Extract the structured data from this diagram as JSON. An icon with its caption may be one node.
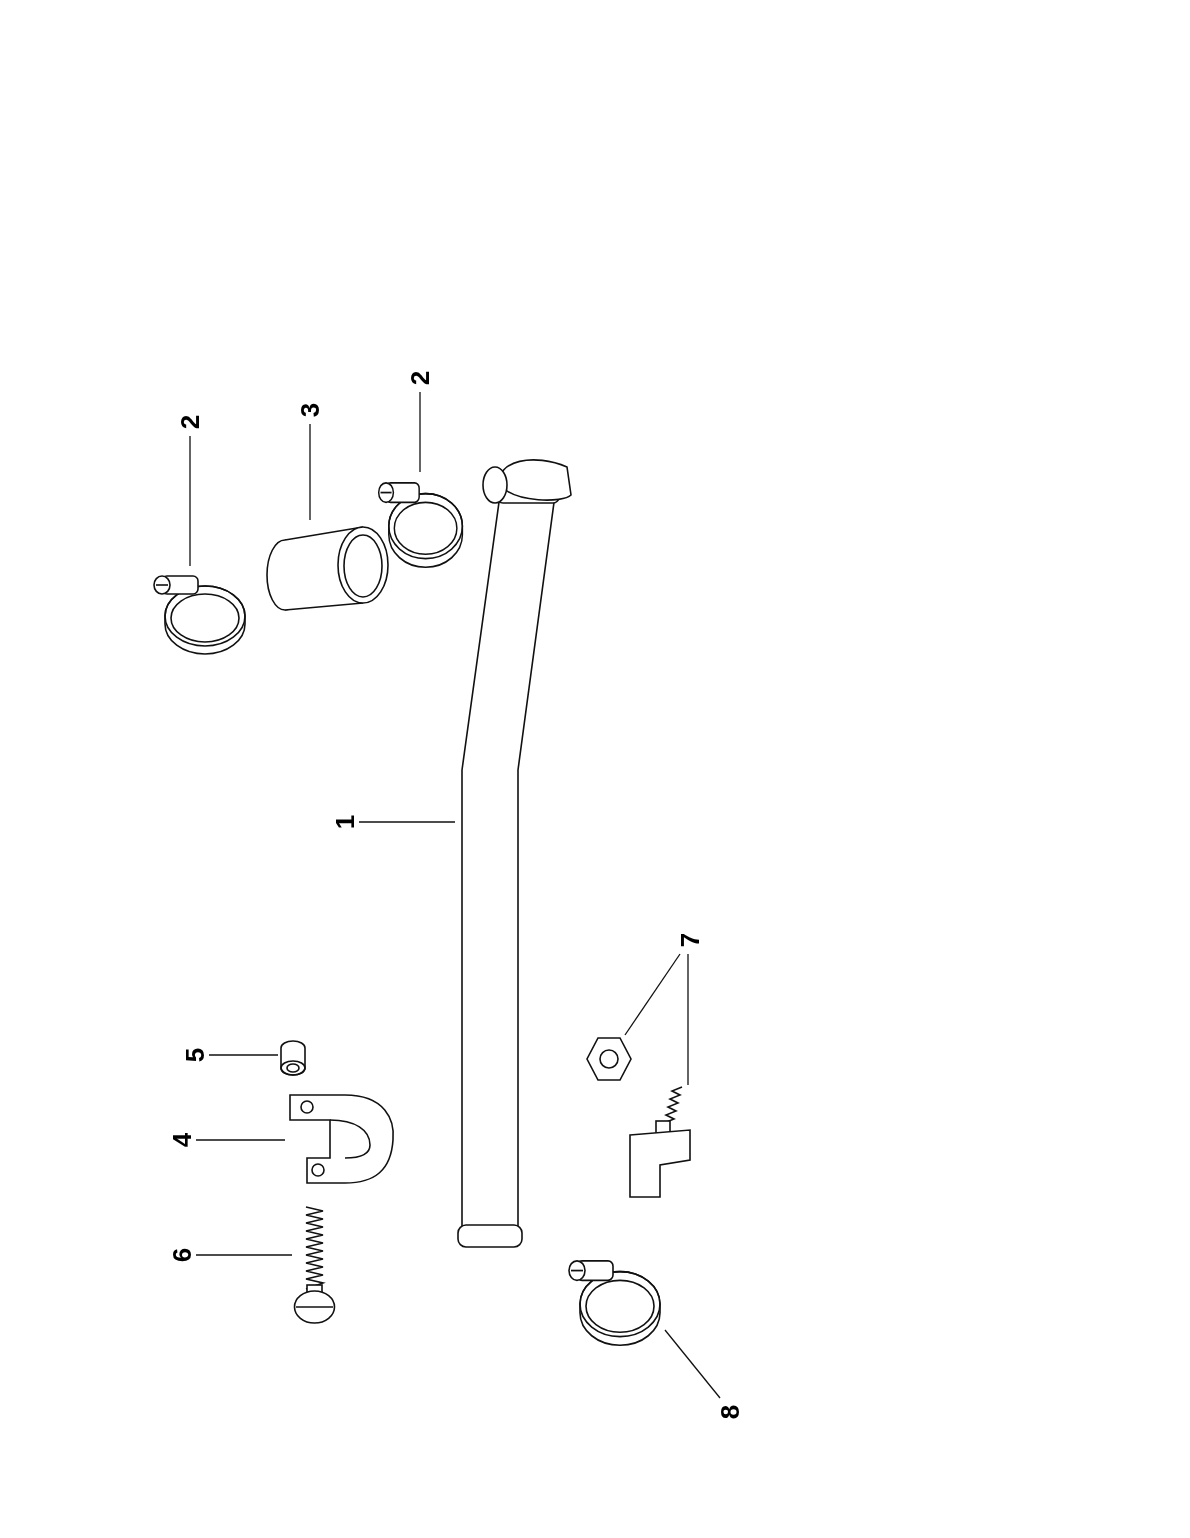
{
  "diagram": {
    "nodes": [
      {
        "text": [
          "2"
        ]
      },
      {
        "text": [],
        "shape": "picture"
      },
      {
        "text": [
          "3"
        ]
      },
      {
        "text": [],
        "shape": "picture"
      },
      {
        "text": [
          "2"
        ]
      },
      {
        "text": [],
        "shape": "picture"
      },
      {
        "text": [
          "1"
        ]
      },
      {
        "text": [],
        "shape": "picture"
      },
      {
        "text": [
          "7"
        ]
      },
      {
        "text": [],
        "shape": "picture"
      },
      {
        "text": [],
        "shape": "picture"
      },
      {
        "text": [
          "5"
        ]
      },
      {
        "text": [],
        "shape": "picture"
      },
      {
        "text": [
          "4"
        ]
      },
      {
        "text": [],
        "shape": "picture"
      },
      {
        "text": [
          "6"
        ]
      },
      {
        "text": [],
        "shape": "picture"
      },
      {
        "text": [
          "8"
        ]
      },
      {
        "text": [],
        "shape": "picture"
      }
    ],
    "edges": [
      {
        "from": 0,
        "to": 1,
        "arrow": "none"
      },
      {
        "from": 2,
        "to": 3,
        "arrow": "none"
      },
      {
        "from": 4,
        "to": 5,
        "arrow": "none"
      },
      {
        "from": 6,
        "to": 7,
        "arrow": "none"
      },
      {
        "from": 8,
        "to": 9,
        "arrow": "none"
      },
      {
        "from": 8,
        "to": 10,
        "arrow": "none"
      },
      {
        "from": 11,
        "to": 12,
        "arrow": "none"
      },
      {
        "from": 13,
        "to": 14,
        "arrow": "none"
      },
      {
        "from": 15,
        "to": 16,
        "arrow": "none"
      },
      {
        "from": 17,
        "to": 18,
        "arrow": "none"
      }
    ]
  }
}
